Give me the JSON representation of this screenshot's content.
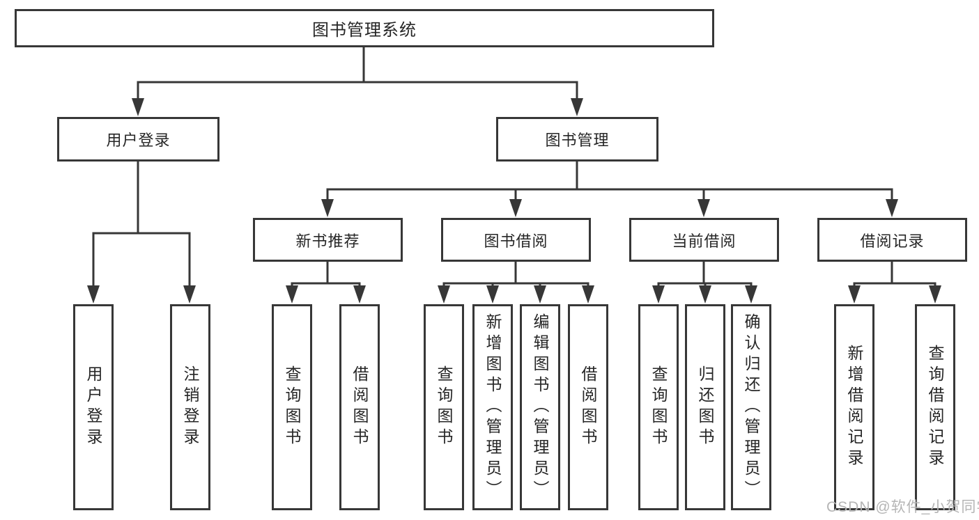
{
  "diagram": {
    "title": "图书管理系统",
    "type": "hierarchy-tree",
    "colors": {
      "line": "#373737",
      "text": "#262626",
      "background": "#ffffff",
      "watermark": "#b5b5b5"
    },
    "nodes": {
      "root": "图书管理系统",
      "user_login": "用户登录",
      "book_mgmt": "图书管理",
      "new_book_rec": "新书推荐",
      "book_borrow": "图书借阅",
      "current_borrow": "当前借阅",
      "borrow_records": "借阅记录",
      "ul_user_login": "用户登录",
      "ul_logout": "注销登录",
      "nb_query": "查询图书",
      "nb_borrow": "借阅图书",
      "bb_query": "查询图书",
      "bb_add": "新增图书（管理员）",
      "bb_edit": "编辑图书（管理员）",
      "bb_borrow": "借阅图书",
      "cb_query": "查询图书",
      "cb_return": "归还图书",
      "cb_confirm": "确认归还（管理员）",
      "br_add": "新增借阅记录",
      "br_query": "查询借阅记录"
    },
    "edges": [
      [
        "图书管理系统",
        "用户登录"
      ],
      [
        "图书管理系统",
        "图书管理"
      ],
      [
        "用户登录",
        "用户登录"
      ],
      [
        "用户登录",
        "注销登录"
      ],
      [
        "图书管理",
        "新书推荐"
      ],
      [
        "图书管理",
        "图书借阅"
      ],
      [
        "图书管理",
        "当前借阅"
      ],
      [
        "图书管理",
        "借阅记录"
      ],
      [
        "新书推荐",
        "查询图书"
      ],
      [
        "新书推荐",
        "借阅图书"
      ],
      [
        "图书借阅",
        "查询图书"
      ],
      [
        "图书借阅",
        "新增图书（管理员）"
      ],
      [
        "图书借阅",
        "编辑图书（管理员）"
      ],
      [
        "图书借阅",
        "借阅图书"
      ],
      [
        "当前借阅",
        "查询图书"
      ],
      [
        "当前借阅",
        "归还图书"
      ],
      [
        "当前借阅",
        "确认归还（管理员）"
      ],
      [
        "借阅记录",
        "新增借阅记录"
      ],
      [
        "借阅记录",
        "查询借阅记录"
      ]
    ]
  },
  "watermark": {
    "text": "CSDN @软件_小贺同学"
  }
}
